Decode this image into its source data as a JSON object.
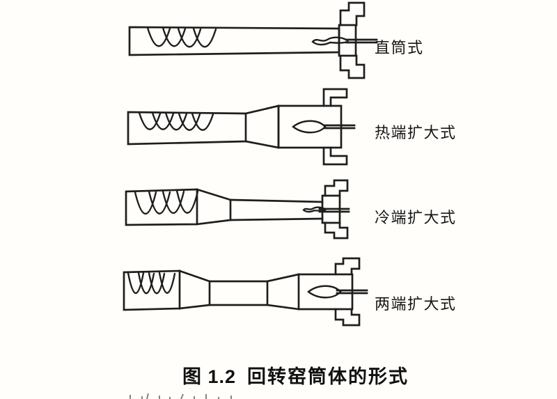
{
  "page": {
    "background_color": "#fffefa",
    "line_color": "#1e1e1e",
    "text_color": "#161616"
  },
  "figure": {
    "caption_number": "图 1.2",
    "caption_title": "回转窑筒体的形式",
    "diagrams": [
      {
        "id": "straight",
        "label": "直筒式"
      },
      {
        "id": "hot-end-enlarged",
        "label": "热端扩大式"
      },
      {
        "id": "cold-end-enlarged",
        "label": "冷端扩大式"
      },
      {
        "id": "both-ends-enlarged",
        "label": "两端扩大式"
      }
    ]
  }
}
